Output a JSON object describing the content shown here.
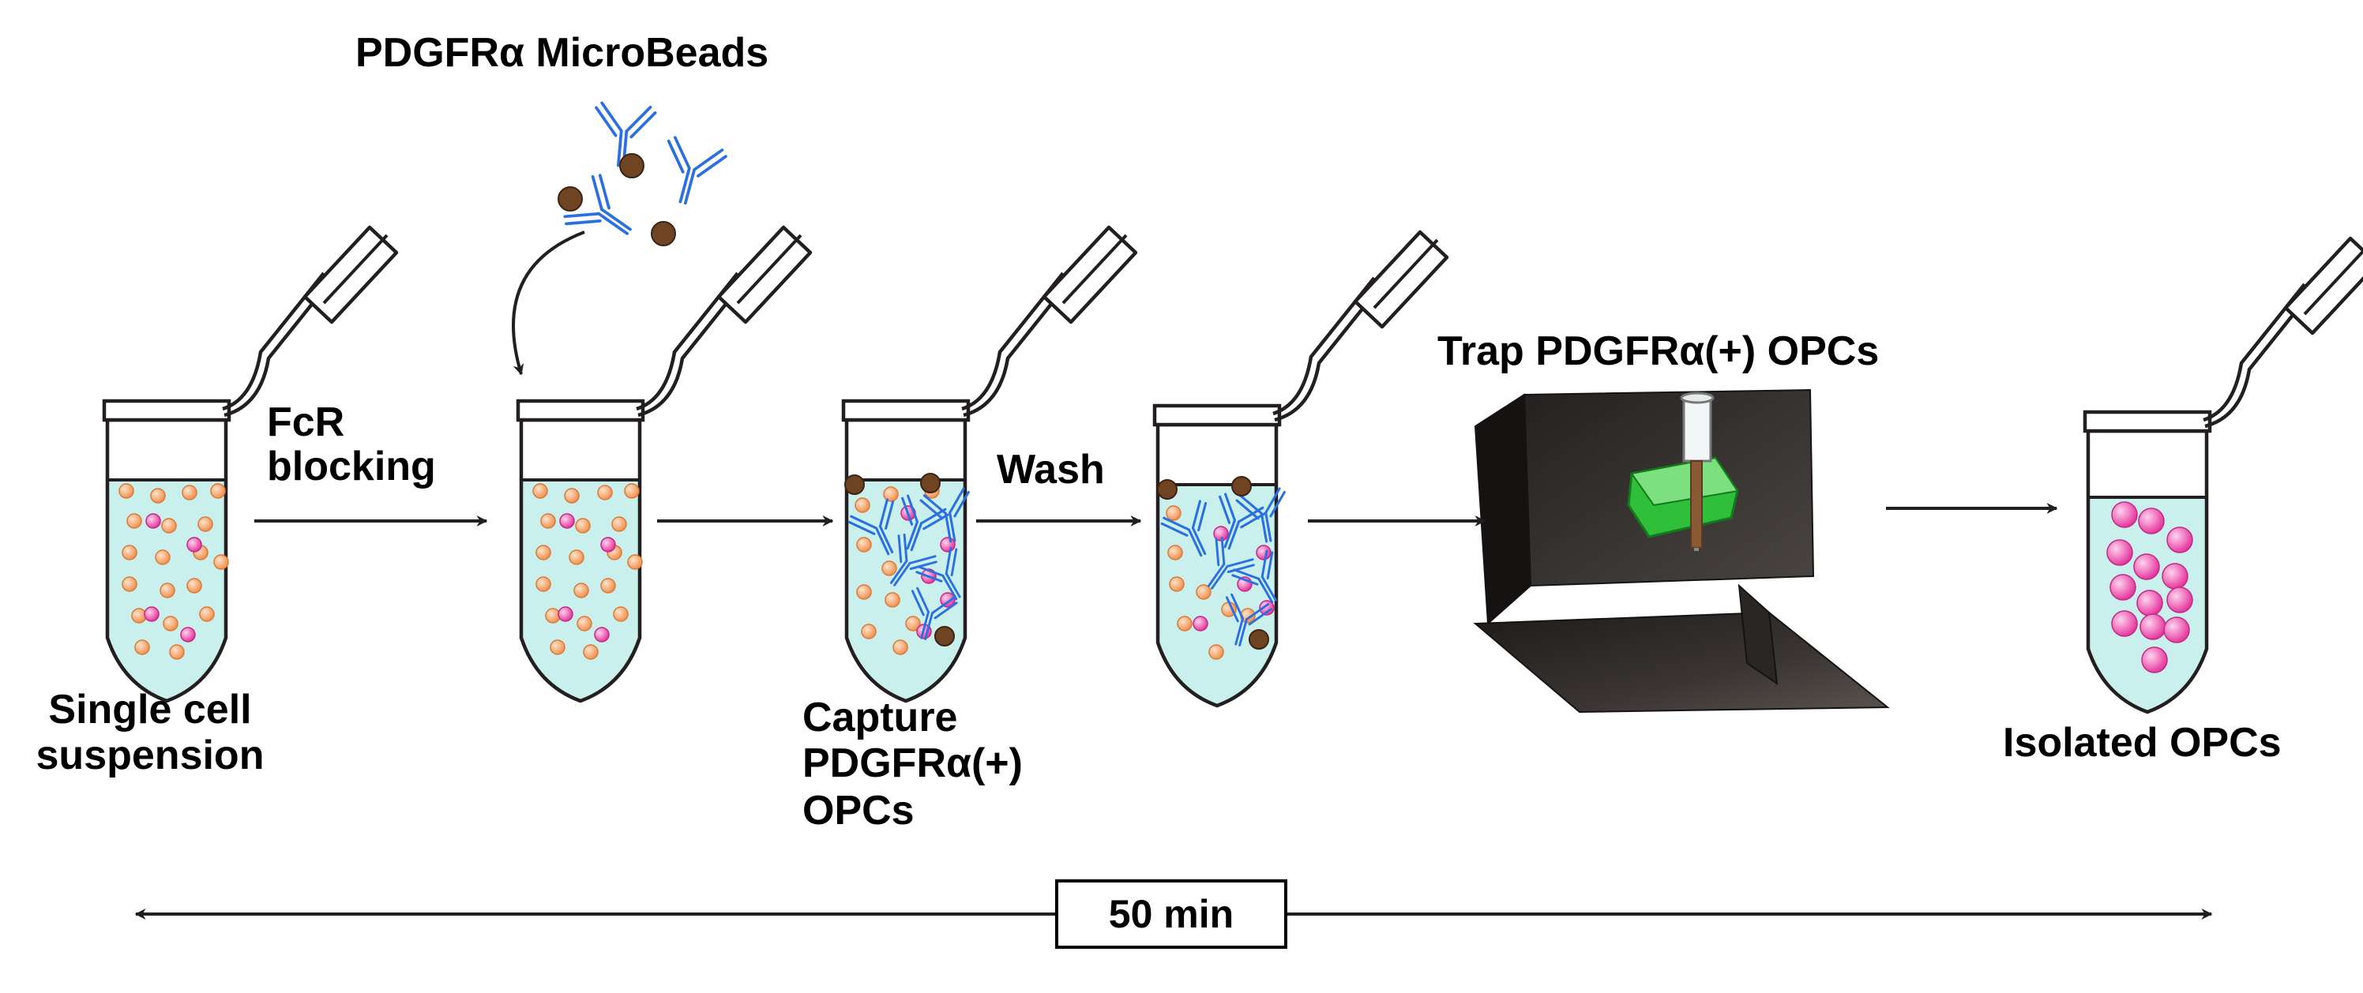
{
  "labels": {
    "microbeads": "PDGFRα MicroBeads",
    "fcr_line1": "FcR",
    "fcr_line2": "blocking",
    "wash": "Wash",
    "trap": "Trap PDGFRα(+) OPCs",
    "single_line1": "Single cell",
    "single_line2": "suspension",
    "capture_line1": "Capture",
    "capture_line2": "PDGFRα(+)",
    "capture_line3": "OPCs",
    "isolated": "Isolated OPCs",
    "time": "50 min"
  },
  "colors": {
    "liquid": "#c9f0ec",
    "small_cell": "#f7a36a",
    "opc_cell": "#ee5ab4",
    "antibody": "#2b6fe0",
    "bead": "#6e4423",
    "magnet_stand": "#2e2a28",
    "magnet": "#2fbf3a"
  }
}
